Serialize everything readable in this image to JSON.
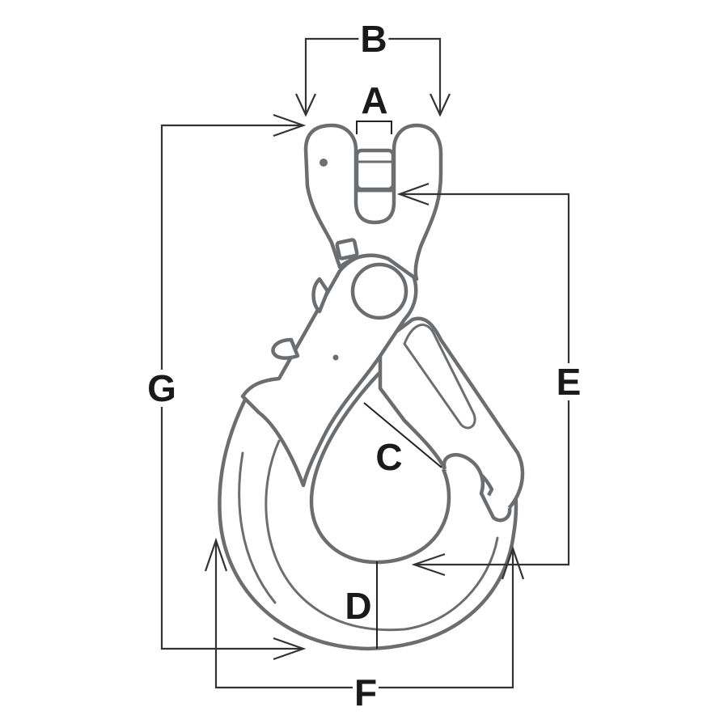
{
  "labels": {
    "A": "A",
    "B": "B",
    "C": "C",
    "D": "D",
    "E": "E",
    "F": "F",
    "G": "G"
  },
  "colors": {
    "outline": "#6b6e71",
    "dimension_line": "#333333",
    "label_text": "#1a1a1a",
    "background": "#ffffff"
  }
}
